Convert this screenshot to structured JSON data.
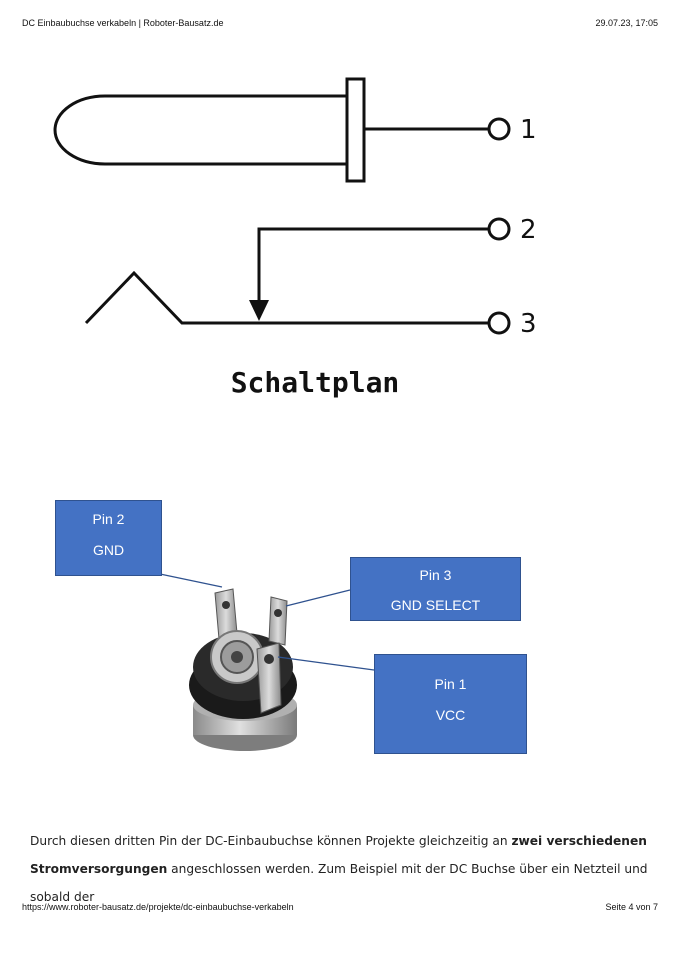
{
  "header": {
    "title": "DC Einbaubuchse verkabeln | Roboter-Bausatz.de",
    "datetime": "29.07.23, 17:05"
  },
  "schematic": {
    "pins": [
      "1",
      "2",
      "3"
    ],
    "caption": "Schaltplan"
  },
  "diagram": {
    "pin2": {
      "name": "Pin 2",
      "function": "GND"
    },
    "pin3": {
      "name": "Pin 3",
      "function": "GND SELECT"
    },
    "pin1": {
      "name": "Pin 1",
      "function": "VCC"
    },
    "callout_color": "#4472c4"
  },
  "paragraph": {
    "part1": "Durch diesen dritten Pin der DC-Einbaubuchse können Projekte gleichzeitig an ",
    "bold1": "zwei verschiedenen Stromversorgungen",
    "part2": " angeschlossen werden. Zum Beispiel mit der DC Buchse über ein Netzteil und sobald der"
  },
  "footer": {
    "url": "https://www.roboter-bausatz.de/projekte/dc-einbaubuchse-verkabeln",
    "page": "Seite 4 von 7"
  }
}
